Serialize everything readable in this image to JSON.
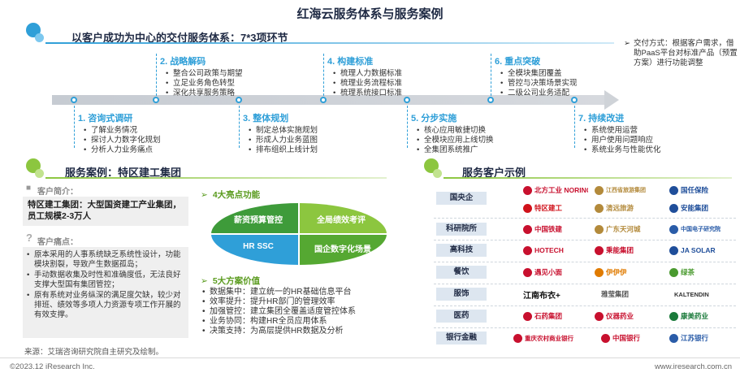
{
  "title": "红海云服务体系与服务案例",
  "colors": {
    "blue": "#2f9fd8",
    "green": "#8cc63f",
    "dark": "#1f2a44"
  },
  "section1": {
    "title": "以客户成功为中心的交付服务体系：7*3项环节"
  },
  "steps": [
    {
      "title": "1. 咨询式调研",
      "items": [
        "了解业务情况",
        "探讨人力数字化规划",
        "分析人力业务痛点"
      ]
    },
    {
      "title": "2. 战略解码",
      "items": [
        "整合公司政策与期望",
        "立足业务角色转型",
        "深化共享服务策略"
      ]
    },
    {
      "title": "3. 整体规划",
      "items": [
        "制定总体实施规划",
        "形成人力业务蓝图",
        "排布组织上线计划"
      ]
    },
    {
      "title": "4. 构建标准",
      "items": [
        "梳理人力数据标准",
        "梳理业务流程标准",
        "梳理系统接口标准"
      ]
    },
    {
      "title": "5. 分步实施",
      "items": [
        "核心应用敏捷切换",
        "全模块应用上线切换",
        "全集团系统推广"
      ]
    },
    {
      "title": "6. 重点突破",
      "items": [
        "全模块集团覆盖",
        "管控与决策场景实现",
        "二级公司业务适配"
      ]
    },
    {
      "title": "7. 持续改进",
      "items": [
        "系统使用运营",
        "用户使用问题响应",
        "系统业务与性能优化"
      ]
    }
  ],
  "delivery": {
    "arrow": "➢",
    "text": "交付方式：根据客户需求，借助PaaS平台对标准产品（预置方案）进行功能调整"
  },
  "section2": {
    "title": "服务案例：特区建工集团"
  },
  "intro": {
    "label": "客户简介：",
    "text": "特区建工集团：大型国资建工产业集团，员工规模2-3万人"
  },
  "pain": {
    "label": "客户痛点：",
    "items": [
      "原本采用的人事系统缺乏系统性设计，功能模块割裂，导致产生数据孤岛；",
      "手动数据收集及时性和准确度低，无法良好支撑大型国有集团管控；",
      "原有系统对业务纵深的满足度欠缺，较少对排班、绩效等多项人力资源专项工作开展的有效支撑。"
    ]
  },
  "highlights": {
    "title": "4大亮点功能",
    "items": [
      "薪资预算管控",
      "全局绩效考评",
      "HR SSC",
      "国企数字化场景"
    ]
  },
  "values": {
    "title": "5大方案价值",
    "items": [
      "数据集中：建立统一的HR基础信息平台",
      "效率提升：提升HR部门的管理效率",
      "加强管控：建立集团全覆盖适度管控体系",
      "业务协同：构建HR全员应用体系",
      "决策支持：为高层提供HR数据及分析"
    ]
  },
  "section3": {
    "title": "服务客户示例"
  },
  "customers": [
    {
      "category": "国央企",
      "logos": [
        {
          "name": "北方工业 NORINCO",
          "color": "#c8102e"
        },
        {
          "name": "江西省旅游集团",
          "color": "#b38a3b"
        },
        {
          "name": "国任保险",
          "color": "#1f4e9a"
        },
        {
          "name": "特区建工",
          "color": "#d0121b"
        },
        {
          "name": "清远旅游",
          "color": "#b38a3b"
        },
        {
          "name": "安能集团",
          "color": "#1f4e9a"
        }
      ]
    },
    {
      "category": "科研院所",
      "logos": [
        {
          "name": "中国铁建",
          "color": "#c8102e"
        },
        {
          "name": "广东天河城",
          "color": "#b38a3b"
        },
        {
          "name": "中国电子研究院",
          "color": "#2a5ca8"
        }
      ]
    },
    {
      "category": "高科技",
      "logos": [
        {
          "name": "HOTECH",
          "color": "#c8102e"
        },
        {
          "name": "秉能集团",
          "color": "#c8102e"
        },
        {
          "name": "JA SOLAR",
          "color": "#1f4e9a"
        }
      ]
    },
    {
      "category": "餐饮",
      "logos": [
        {
          "name": "遇见小面",
          "color": "#c8102e"
        },
        {
          "name": "伊伊伊",
          "color": "#e07b00"
        },
        {
          "name": "绿茶",
          "color": "#4a9a2f"
        }
      ]
    },
    {
      "category": "服饰",
      "logos": [
        {
          "name": "江南布衣+",
          "color": "#111111"
        },
        {
          "name": "雅莹集团",
          "color": "#555555"
        },
        {
          "name": "KALTENDIN",
          "color": "#333333"
        }
      ]
    },
    {
      "category": "医药",
      "logos": [
        {
          "name": "石药集团",
          "color": "#c8102e"
        },
        {
          "name": "仪器药业",
          "color": "#c8102e"
        },
        {
          "name": "康美药业",
          "color": "#1a7a3a"
        }
      ]
    },
    {
      "category": "银行金融",
      "logos": [
        {
          "name": "重庆农村商业银行",
          "color": "#c8102e"
        },
        {
          "name": "中国银行",
          "color": "#c8102e"
        },
        {
          "name": "江苏银行",
          "color": "#2a5ca8"
        }
      ]
    }
  ],
  "source": "来源：艾瑞咨询研究院自主研究及绘制。",
  "footer": {
    "left": "©2023.12 iResearch Inc.",
    "right": "www.iresearch.com.cn"
  }
}
